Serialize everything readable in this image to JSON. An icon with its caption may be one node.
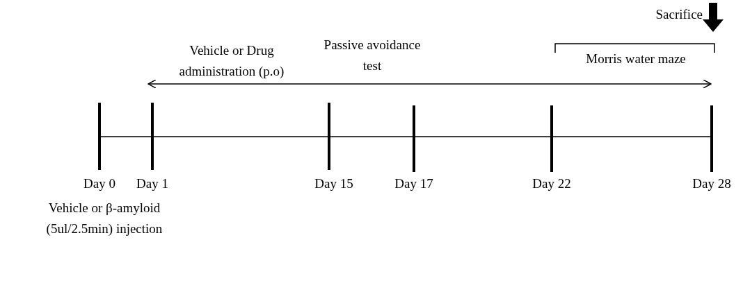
{
  "diagram": {
    "labels": [
      "Sacrifice",
      "Morris water maze",
      "Vehicle or Drug administration (p.o)",
      "Passive avoidance test",
      "Day 0",
      "Day 1",
      "Day 15",
      "Day 17",
      "Day 22",
      "Day 28",
      "Vehicle or β-amyloid (5ul/2.5min) injection"
    ]
  }
}
